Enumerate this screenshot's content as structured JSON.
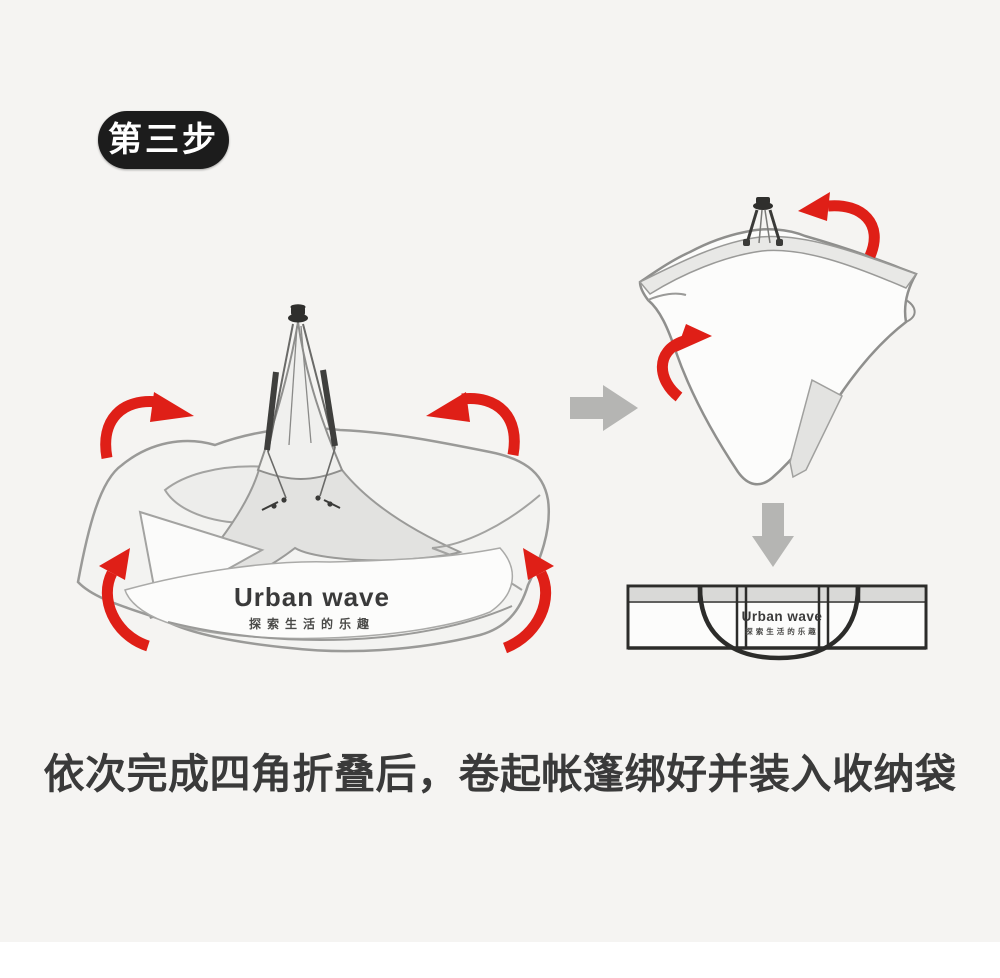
{
  "step_badge": {
    "label": "第三步"
  },
  "caption": {
    "text": "依次完成四角折叠后，卷起帐篷绑好并装入收纳袋"
  },
  "tent_flat": {
    "brand": "Urban wave",
    "slogan": "探索生活的乐趣"
  },
  "storage_bag": {
    "brand": "Urban wave",
    "slogan": "探索生活的乐趣"
  },
  "colors": {
    "background": "#f5f4f2",
    "badge_bg": "#1c1c1c",
    "badge_text": "#ffffff",
    "fold_arrow_red": "#df1f17",
    "step_arrow_gray": "#b5b5b3",
    "line_gray": "#9a9a98",
    "bag_outline": "#2c2c2a",
    "caption_text": "#3a3a3a"
  },
  "icons": {
    "fold_arrow": "red-curved-fold-arrow",
    "next_right": "gray-right-arrow",
    "next_down": "gray-down-arrow"
  }
}
